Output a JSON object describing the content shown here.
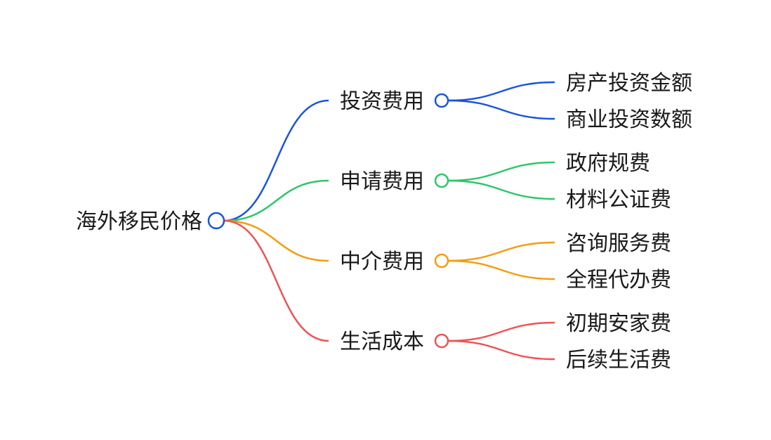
{
  "mindmap": {
    "root": {
      "label": "海外移民价格",
      "color": "#1a56db"
    },
    "branches": [
      {
        "label": "投资费用",
        "color": "#1a56db",
        "children": [
          "房产投资金额",
          "商业投资数额"
        ]
      },
      {
        "label": "申请费用",
        "color": "#2ec66b",
        "children": [
          "政府规费",
          "材料公证费"
        ]
      },
      {
        "label": "中介费用",
        "color": "#f59c10",
        "children": [
          "咨询服务费",
          "全程代办费"
        ]
      },
      {
        "label": "生活成本",
        "color": "#ee5454",
        "children": [
          "初期安家费",
          "后续生活费"
        ]
      }
    ]
  }
}
